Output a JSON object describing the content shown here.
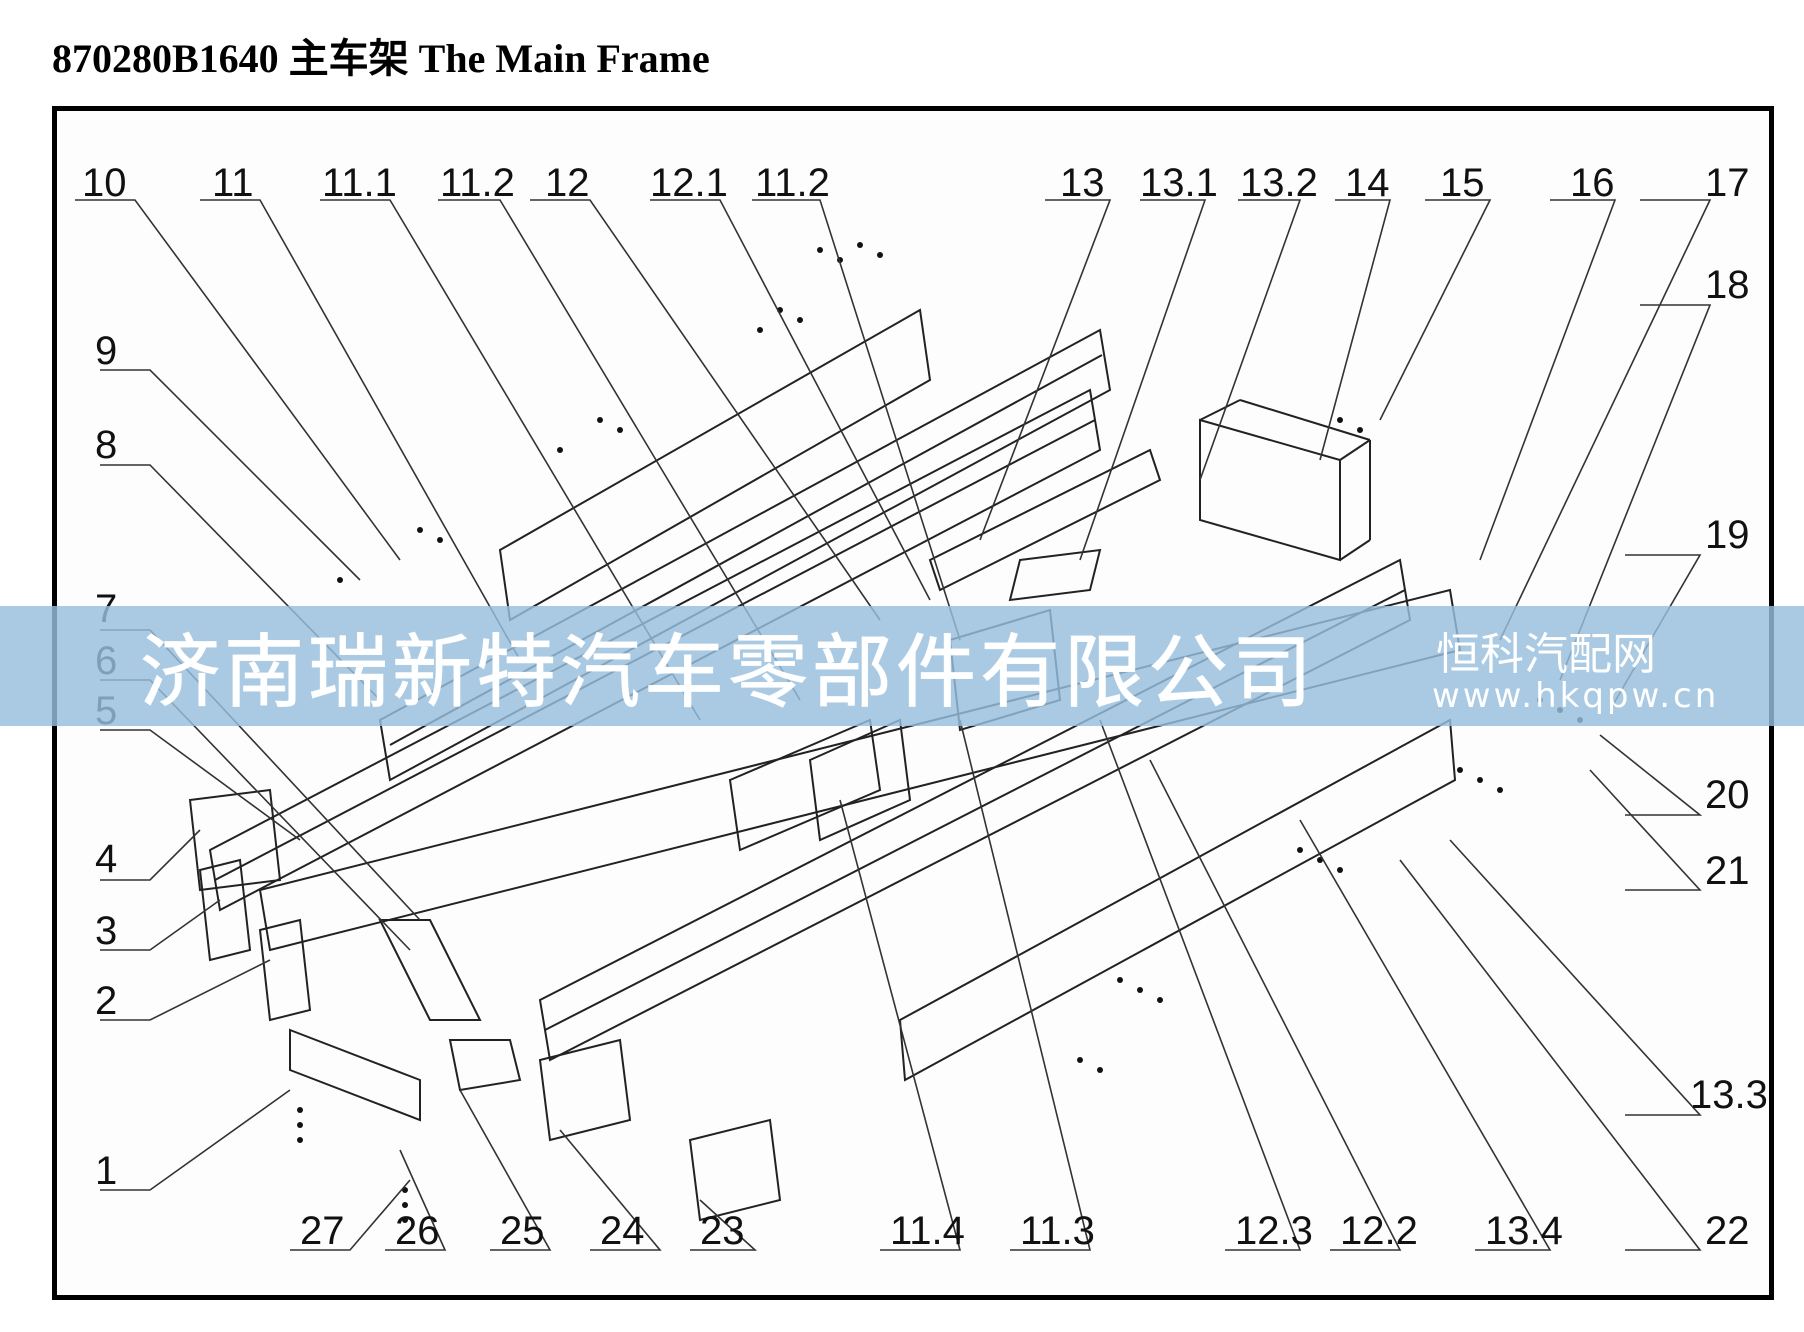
{
  "header": {
    "title": "870280B1640  主车架  The Main Frame"
  },
  "callouts": {
    "n10": "10",
    "n11": "11",
    "n11_1": "11.1",
    "n11_2a": "11.2",
    "n12": "12",
    "n12_1": "12.1",
    "n11_2b": "11.2",
    "n13": "13",
    "n13_1": "13.1",
    "n13_2": "13.2",
    "n14": "14",
    "n15": "15",
    "n16": "16",
    "n17": "17",
    "n18": "18",
    "n9": "9",
    "n8": "8",
    "n7": "7",
    "n6": "6",
    "n5": "5",
    "n4": "4",
    "n3": "3",
    "n2": "2",
    "n1": "1",
    "n19": "19",
    "n20": "20",
    "n21": "21",
    "n13_3": "13.3",
    "n27": "27",
    "n26": "26",
    "n25": "25",
    "n24": "24",
    "n23": "23",
    "n11_4": "11.4",
    "n11_3": "11.3",
    "n12_3": "12.3",
    "n12_2": "12.2",
    "n13_4": "13.4",
    "n22": "22"
  },
  "watermark": {
    "company": "济南瑞新特汽车零部件有限公司",
    "site_name": "恒科汽配网",
    "url": "www.hkqpw.cn"
  },
  "colors": {
    "line": "#222222",
    "banner": "#96bedc"
  }
}
